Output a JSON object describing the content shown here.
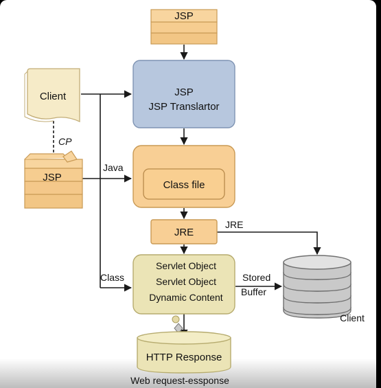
{
  "nodes": {
    "jsp_top": "JSP",
    "translator_line1": "JSP",
    "translator_line2": "JSP Translartor",
    "client_doc": "Client",
    "cp": "CP",
    "jsp_left": "JSP",
    "class_file": "Class file",
    "jre": "JRE",
    "servlet_line1": "Servlet Object",
    "servlet_line2": "Servlet Object",
    "servlet_line3": "Dynamic Content",
    "http_response": "HTTP Response",
    "client_db": "Client"
  },
  "edges": {
    "java": "Java",
    "class": "Class",
    "jre": "JRE",
    "stored": "Stored",
    "buffer": "Buffer"
  },
  "caption": "Web request-essponse",
  "colors": {
    "background": "#ffffff",
    "orange_fill": "#f8cf95",
    "orange_stroke": "#c99a55",
    "blue_fill": "#b7c7de",
    "blue_stroke": "#7f94b3",
    "green_fill": "#ebe4b6",
    "green_stroke": "#b6ab6e",
    "cream_fill": "#f6ebc8",
    "cream_stroke": "#c2ad77",
    "gray_fill": "#d3d3d3",
    "gray_stroke": "#6f6f6f",
    "line": "#1a1a1a",
    "bottom_band": "#cfcfcf"
  }
}
